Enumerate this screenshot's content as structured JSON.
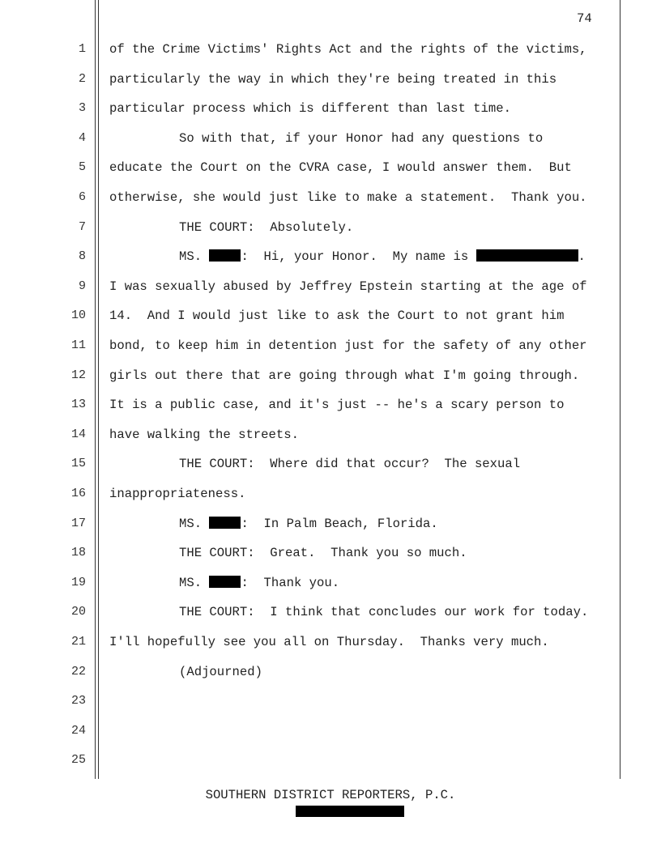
{
  "page_number": "74",
  "line_numbers": [
    "1",
    "2",
    "3",
    "4",
    "5",
    "6",
    "7",
    "8",
    "9",
    "10",
    "11",
    "12",
    "13",
    "14",
    "15",
    "16",
    "17",
    "18",
    "19",
    "20",
    "21",
    "22",
    "23",
    "24",
    "25"
  ],
  "lines": [
    {
      "text": "of the Crime Victims' Rights Act and the rights of the victims,"
    },
    {
      "text": "particularly the way in which they're being treated in this"
    },
    {
      "text": "particular process which is different than last time."
    },
    {
      "text": "So with that, if your Honor had any questions to"
    },
    {
      "text": "educate the Court on the CVRA case, I would answer them.  But"
    },
    {
      "text": "otherwise, she would just like to make a statement.  Thank you."
    },
    {
      "text": "THE COURT:  Absolutely."
    },
    {
      "a": "MS. ",
      "b": ":  Hi, your Honor.  My name is ",
      "c": "."
    },
    {
      "text": "I was sexually abused by Jeffrey Epstein starting at the age of"
    },
    {
      "text": "14.  And I would just like to ask the Court to not grant him"
    },
    {
      "text": "bond, to keep him in detention just for the safety of any other"
    },
    {
      "text": "girls out there that are going through what I'm going through."
    },
    {
      "text": "It is a public case, and it's just -- he's a scary person to"
    },
    {
      "text": "have walking the streets."
    },
    {
      "text": "THE COURT:  Where did that occur?  The sexual"
    },
    {
      "text": "inappropriateness."
    },
    {
      "a": "MS. ",
      "b": ":  In Palm Beach, Florida."
    },
    {
      "text": "THE COURT:  Great.  Thank you so much."
    },
    {
      "a": "MS. ",
      "b": ":  Thank you."
    },
    {
      "text": "THE COURT:  I think that concludes our work for today."
    },
    {
      "text": "I'll hopefully see you all on Thursday.  Thanks very much."
    },
    {
      "text": "(Adjourned)"
    }
  ],
  "footer": "SOUTHERN DISTRICT REPORTERS, P.C."
}
